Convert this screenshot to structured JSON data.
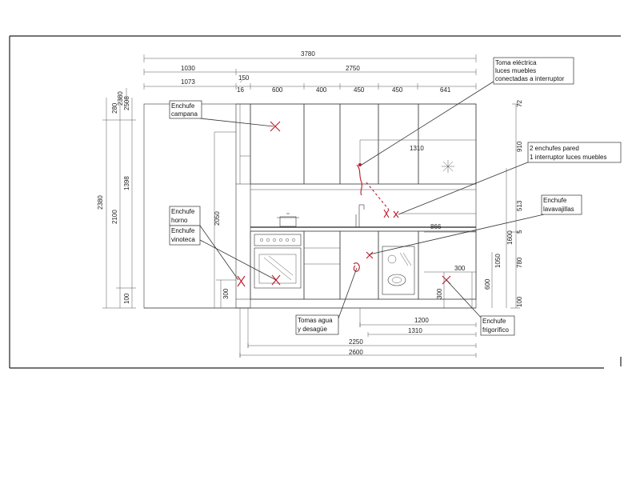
{
  "dimensions": {
    "overall_width": "3780",
    "left_span": "1030",
    "right_span": "2750",
    "seg_1073": "1073",
    "seg_150": "150",
    "seg_16": "16",
    "seg_600": "600",
    "seg_400": "400",
    "seg_450a": "450",
    "seg_450b": "450",
    "seg_641": "641",
    "v_2380_top": "2380",
    "v_2508": "2508",
    "v_280": "280",
    "v_1398": "1398",
    "v_2380_left": "2380",
    "v_2100": "2100",
    "v_100_left": "100",
    "v_2050": "2050",
    "v_300_left": "300",
    "v_1310": "1310",
    "v_866": "866",
    "v_72": "72",
    "v_910": "910",
    "v_513": "513",
    "v_5": "5",
    "v_1600": "1600",
    "v_1050": "1050",
    "v_780": "780",
    "v_100_right": "100",
    "v_300_right_h": "300",
    "v_600_right": "600",
    "v_300_right_v": "300",
    "b_1200": "1200",
    "b_1310": "1310",
    "b_2250": "2250",
    "b_2600": "2600"
  },
  "annotations": {
    "campana": [
      "Enchufe",
      "campana"
    ],
    "toma": [
      "Toma eléctrica",
      "luces muebles",
      "conectadas a interruptor"
    ],
    "pared": [
      "2 enchufes pared",
      "1 interruptor luces muebles"
    ],
    "lavavajillas": [
      "Enchufe",
      "lavavajillas"
    ],
    "horno": [
      "Enchufe",
      "horno"
    ],
    "vinoteca": [
      "Enchufe",
      "vinoteca"
    ],
    "tomas_agua": [
      "Tomas agua",
      "y desagüe"
    ],
    "frigorifico": [
      "Enchufe",
      "frigorífico"
    ]
  },
  "colors": {
    "markup": "#c0182a",
    "line": "#333333"
  }
}
